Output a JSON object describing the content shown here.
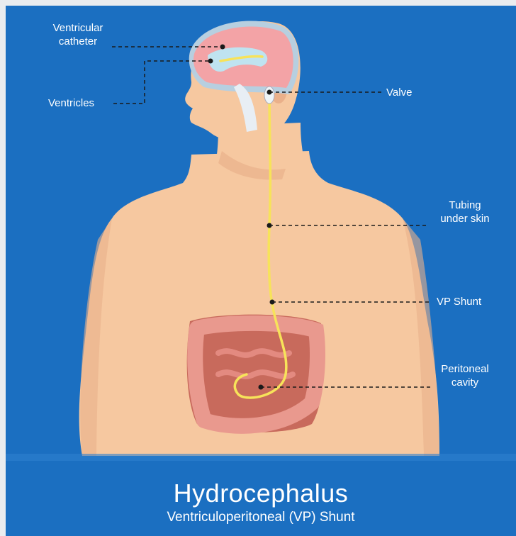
{
  "labels": {
    "ventricular_catheter": "Ventricular\ncatheter",
    "ventricles": "Ventricles",
    "valve": "Valve",
    "tubing": "Tubing\nunder skin",
    "vp_shunt": "VP Shunt",
    "peritoneal": "Peritoneal\ncavity"
  },
  "title": "Hydrocephalus",
  "subtitle": "Ventriculoperitoneal (VP) Shunt",
  "colors": {
    "background": "#1b6fc1",
    "skin": "#f6c8a0",
    "skin_shade": "#eab08a",
    "brain": "#f3a3a6",
    "ventricle": "#bfe3f0",
    "intestine": "#e9998e",
    "abdomen": "#c86a5c",
    "tube": "#f7e35a",
    "leader": "#1a1a1a"
  }
}
